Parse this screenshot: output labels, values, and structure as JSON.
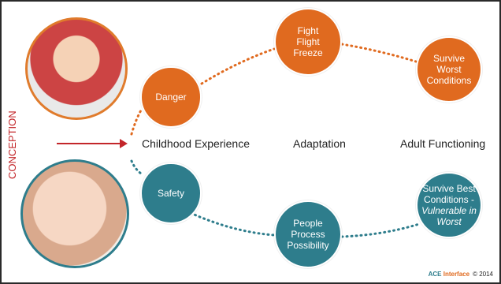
{
  "side_label": "CONCEPTION",
  "nodes": {
    "danger": "Danger",
    "fight": [
      "Fight",
      "Flight",
      "Freeze"
    ],
    "survive_worst": [
      "Survive",
      "Worst",
      "Conditions"
    ],
    "safety": "Safety",
    "people": [
      "People",
      "Process",
      "Possibility"
    ],
    "survive_best": [
      "Survive Best",
      "Conditions -",
      "Vulnerable in",
      "Worst"
    ]
  },
  "labels": {
    "childhood": "Childhood Experience",
    "adaptation": "Adaptation",
    "adult": "Adult Functioning"
  },
  "brand": {
    "logo_word1": "ACE",
    "logo_word2": "Interface",
    "copyright": "© 2014"
  },
  "colors": {
    "orange": "#e06a1f",
    "teal": "#2e7d8c",
    "arrow": "#c3262a"
  }
}
